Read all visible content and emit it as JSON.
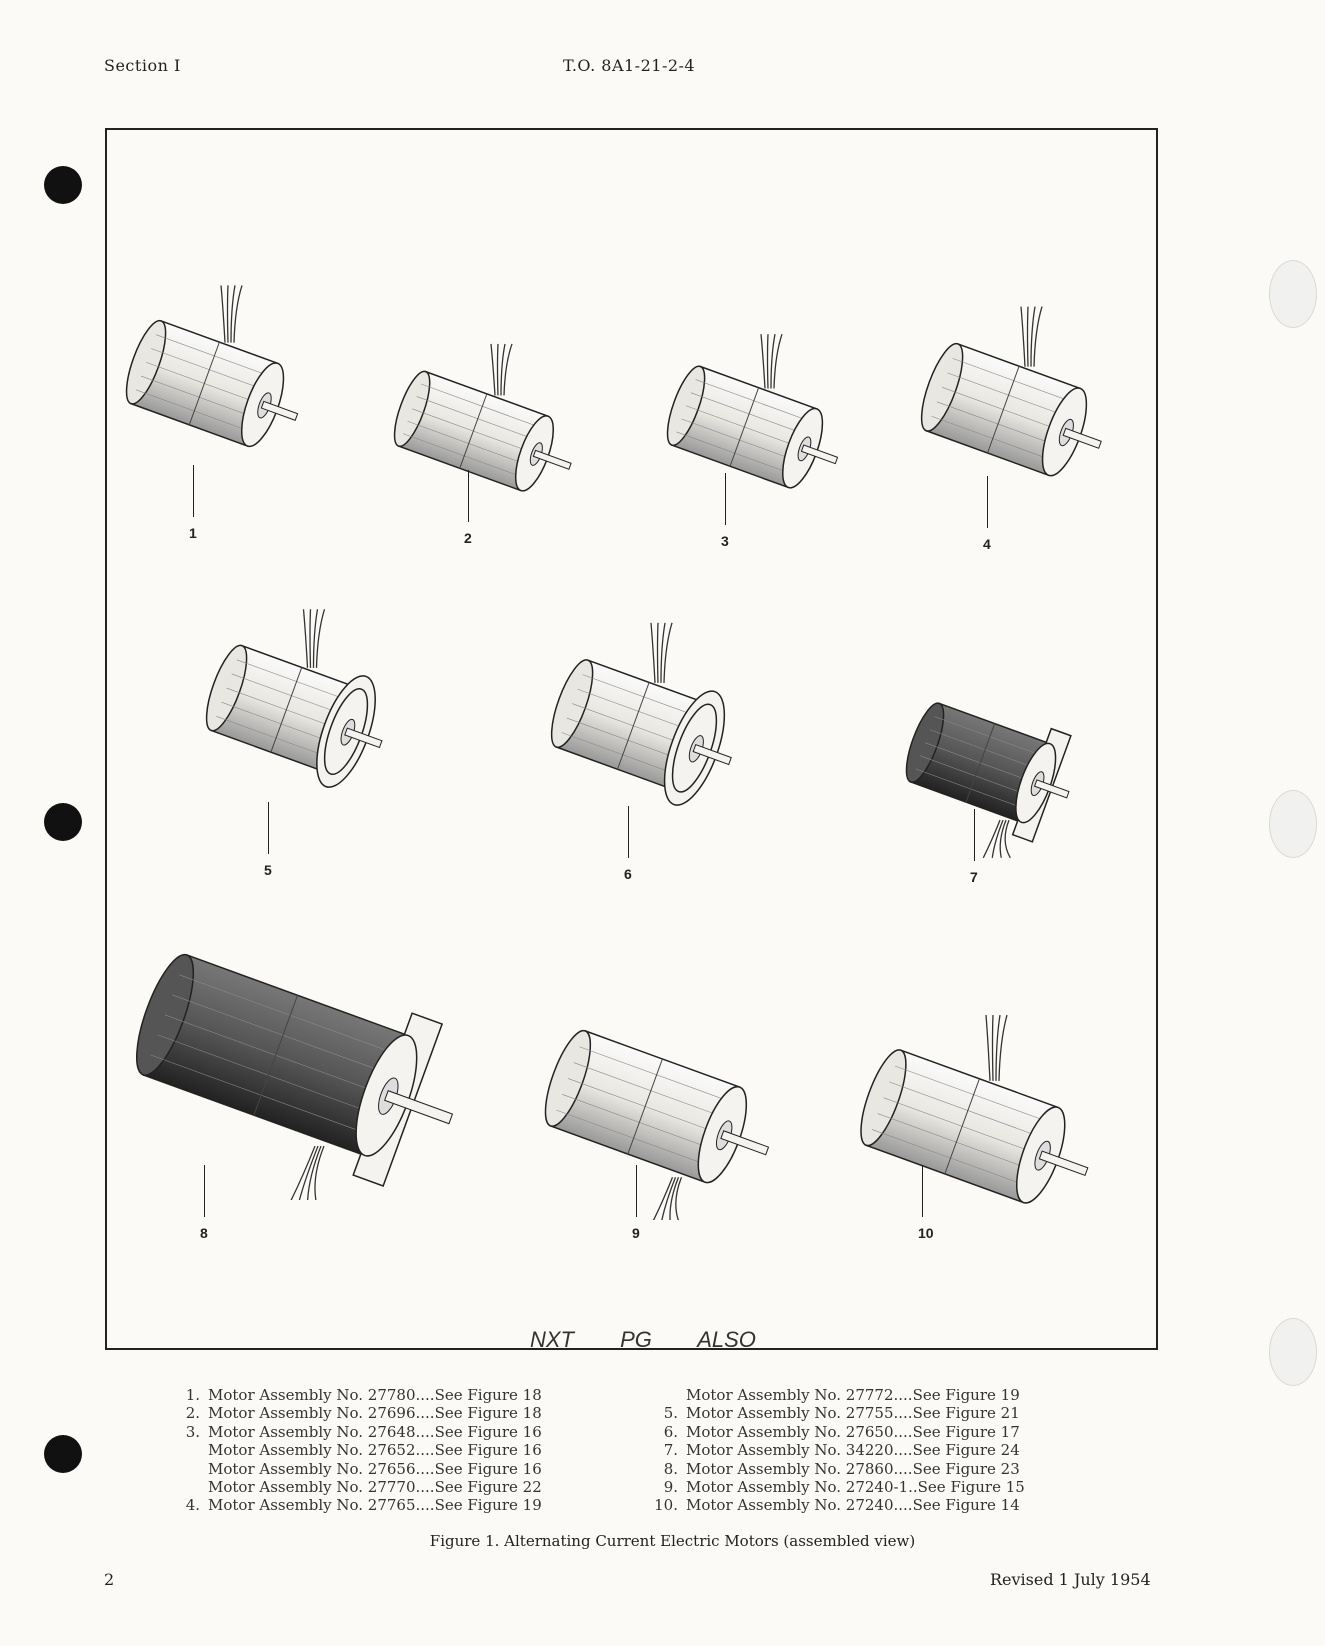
{
  "header": {
    "section": "Section I",
    "document_number": "T.O. 8A1-21-2-4"
  },
  "figure": {
    "callouts": [
      "1",
      "2",
      "3",
      "4",
      "5",
      "6",
      "7",
      "8",
      "9",
      "10"
    ],
    "handwritten_note": "NXT PG ALSO",
    "caption": "Figure 1.  Alternating Current Electric Motors (assembled view)"
  },
  "legend": {
    "left": [
      {
        "num": "1.",
        "text": "Motor Assembly No. 27780....See Figure 18"
      },
      {
        "num": "2.",
        "text": "Motor Assembly No. 27696....See Figure 18"
      },
      {
        "num": "3.",
        "text": "Motor Assembly No. 27648....See Figure 16"
      },
      {
        "num": "",
        "text": "Motor Assembly No. 27652....See Figure 16"
      },
      {
        "num": "",
        "text": "Motor Assembly No. 27656....See Figure 16"
      },
      {
        "num": "",
        "text": "Motor Assembly No. 27770....See Figure 22"
      },
      {
        "num": "4.",
        "text": "Motor Assembly No. 27765....See Figure 19"
      }
    ],
    "right": [
      {
        "num": "",
        "text": "Motor Assembly No. 27772....See Figure 19"
      },
      {
        "num": "5.",
        "text": "Motor Assembly No. 27755....See Figure 21"
      },
      {
        "num": "6.",
        "text": "Motor Assembly No. 27650....See Figure 17"
      },
      {
        "num": "7.",
        "text": "Motor Assembly No. 34220....See Figure 24"
      },
      {
        "num": "8.",
        "text": "Motor Assembly No. 27860....See Figure 23"
      },
      {
        "num": "9.",
        "text": "Motor Assembly No. 27240-1..See Figure 15"
      },
      {
        "num": "10.",
        "text": "Motor Assembly No. 27240....See Figure 14"
      }
    ]
  },
  "footer": {
    "page_number": "2",
    "revision": "Revised  1 July 1954"
  }
}
